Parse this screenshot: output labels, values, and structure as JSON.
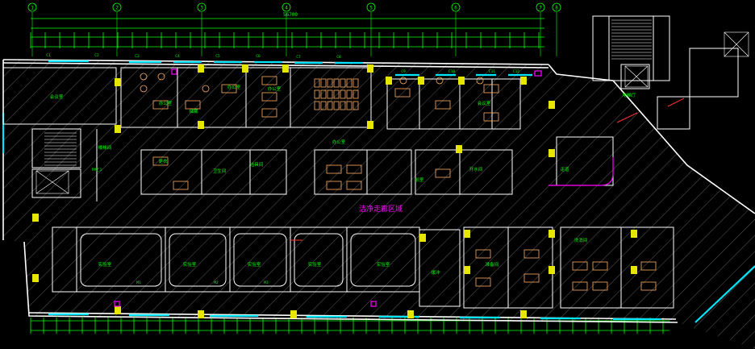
{
  "drawing": {
    "background": "#000000",
    "colors": {
      "wall": "#ffffff",
      "dim": "#00ff00",
      "hatch": "#cfcfcf",
      "window": "#00e5ff",
      "column": "#e6e600",
      "furniture": "#ffb060",
      "label": "#00ff00",
      "magenta": "#ff00ff",
      "red": "#ff3030",
      "axis": "#00ff00"
    },
    "top_axis_marks": [
      "1",
      "2",
      "3",
      "4",
      "5",
      "6",
      "7",
      "8"
    ],
    "top_overall_dimension": "56700",
    "center_label": "洁净走廊区域",
    "room_labels": [
      "会议室",
      "办公室",
      "办公室",
      "储藏",
      "办公室",
      "更衣",
      "卫生间",
      "洁具间",
      "办公室",
      "会议室",
      "前室",
      "实验室",
      "实验室",
      "实验室",
      "实验室",
      "实验室",
      "缓冲",
      "准备间",
      "洗消间",
      "楼梯间",
      "电梯厅",
      "走道",
      "开水间"
    ],
    "window_tags": [
      "C1",
      "C2",
      "C3",
      "C4",
      "C5",
      "C6",
      "C7",
      "C8",
      "C9",
      "C10",
      "C11",
      "C12"
    ],
    "door_tags": [
      "M1",
      "M2",
      "M3",
      "FM乙1"
    ]
  }
}
